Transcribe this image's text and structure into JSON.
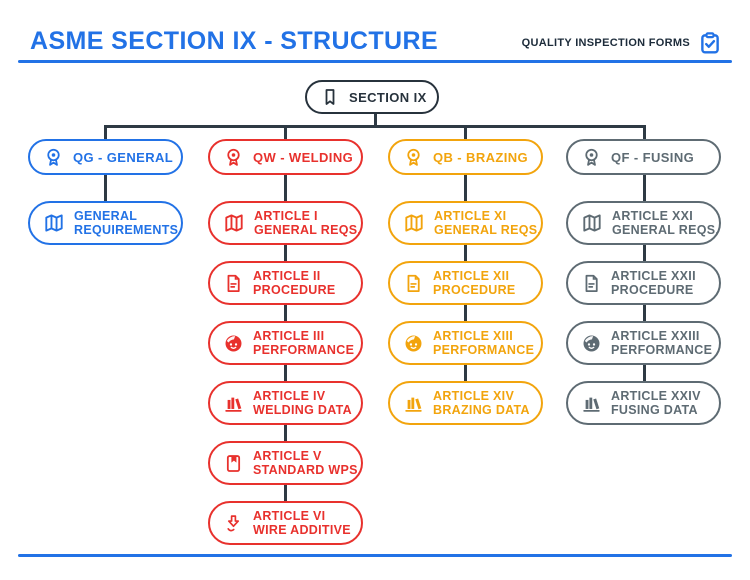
{
  "title": "ASME SECTION IX - STRUCTURE",
  "badge": {
    "label": "QUALITY INSPECTION FORMS",
    "icon": "clipboard-check-icon"
  },
  "colors": {
    "blue": "#2272E6",
    "red": "#E8312D",
    "amber": "#F2A40D",
    "gray": "#5E6B73",
    "dark": "#27323C",
    "connector": "#2E3A44"
  },
  "root": {
    "label": "SECTION IX",
    "icon": "bookmark-icon"
  },
  "columns": [
    {
      "name": "QG",
      "color": "#2272E6",
      "header": {
        "label": "QG - GENERAL",
        "icon": "award-icon"
      },
      "nodes": [
        {
          "line1": "GENERAL",
          "line2": "REQUIREMENTS",
          "icon": "open-map-icon"
        }
      ]
    },
    {
      "name": "QW",
      "color": "#E8312D",
      "header": {
        "label": "QW - WELDING",
        "icon": "award-icon"
      },
      "nodes": [
        {
          "line1": "ARTICLE I",
          "line2": "GENERAL REQS.",
          "icon": "open-map-icon"
        },
        {
          "line1": "ARTICLE II",
          "line2": "PROCEDURE",
          "icon": "document-icon"
        },
        {
          "line1": "ARTICLE III",
          "line2": "PERFORMANCE",
          "icon": "face-icon"
        },
        {
          "line1": "ARTICLE IV",
          "line2": "WELDING DATA",
          "icon": "books-icon"
        },
        {
          "line1": "ARTICLE V",
          "line2": "STANDARD WPS",
          "icon": "book-bookmark-icon"
        },
        {
          "line1": "ARTICLE VI",
          "line2": "WIRE ADDITIVE",
          "icon": "wire-feed-icon"
        }
      ]
    },
    {
      "name": "QB",
      "color": "#F2A40D",
      "header": {
        "label": "QB - BRAZING",
        "icon": "award-icon"
      },
      "nodes": [
        {
          "line1": "ARTICLE XI",
          "line2": "GENERAL REQS.",
          "icon": "open-map-icon"
        },
        {
          "line1": "ARTICLE XII",
          "line2": "PROCEDURE",
          "icon": "document-icon"
        },
        {
          "line1": "ARTICLE XIII",
          "line2": "PERFORMANCE",
          "icon": "face-icon"
        },
        {
          "line1": "ARTICLE XIV",
          "line2": "BRAZING DATA",
          "icon": "books-icon"
        }
      ]
    },
    {
      "name": "QF",
      "color": "#5E6B73",
      "header": {
        "label": "QF - FUSING",
        "icon": "award-icon"
      },
      "nodes": [
        {
          "line1": "ARTICLE XXI",
          "line2": "GENERAL REQS.",
          "icon": "open-map-icon"
        },
        {
          "line1": "ARTICLE XXII",
          "line2": "PROCEDURE",
          "icon": "document-icon"
        },
        {
          "line1": "ARTICLE XXIII",
          "line2": "PERFORMANCE",
          "icon": "face-icon"
        },
        {
          "line1": "ARTICLE XXIV",
          "line2": "FUSING DATA",
          "icon": "books-icon"
        }
      ]
    }
  ]
}
